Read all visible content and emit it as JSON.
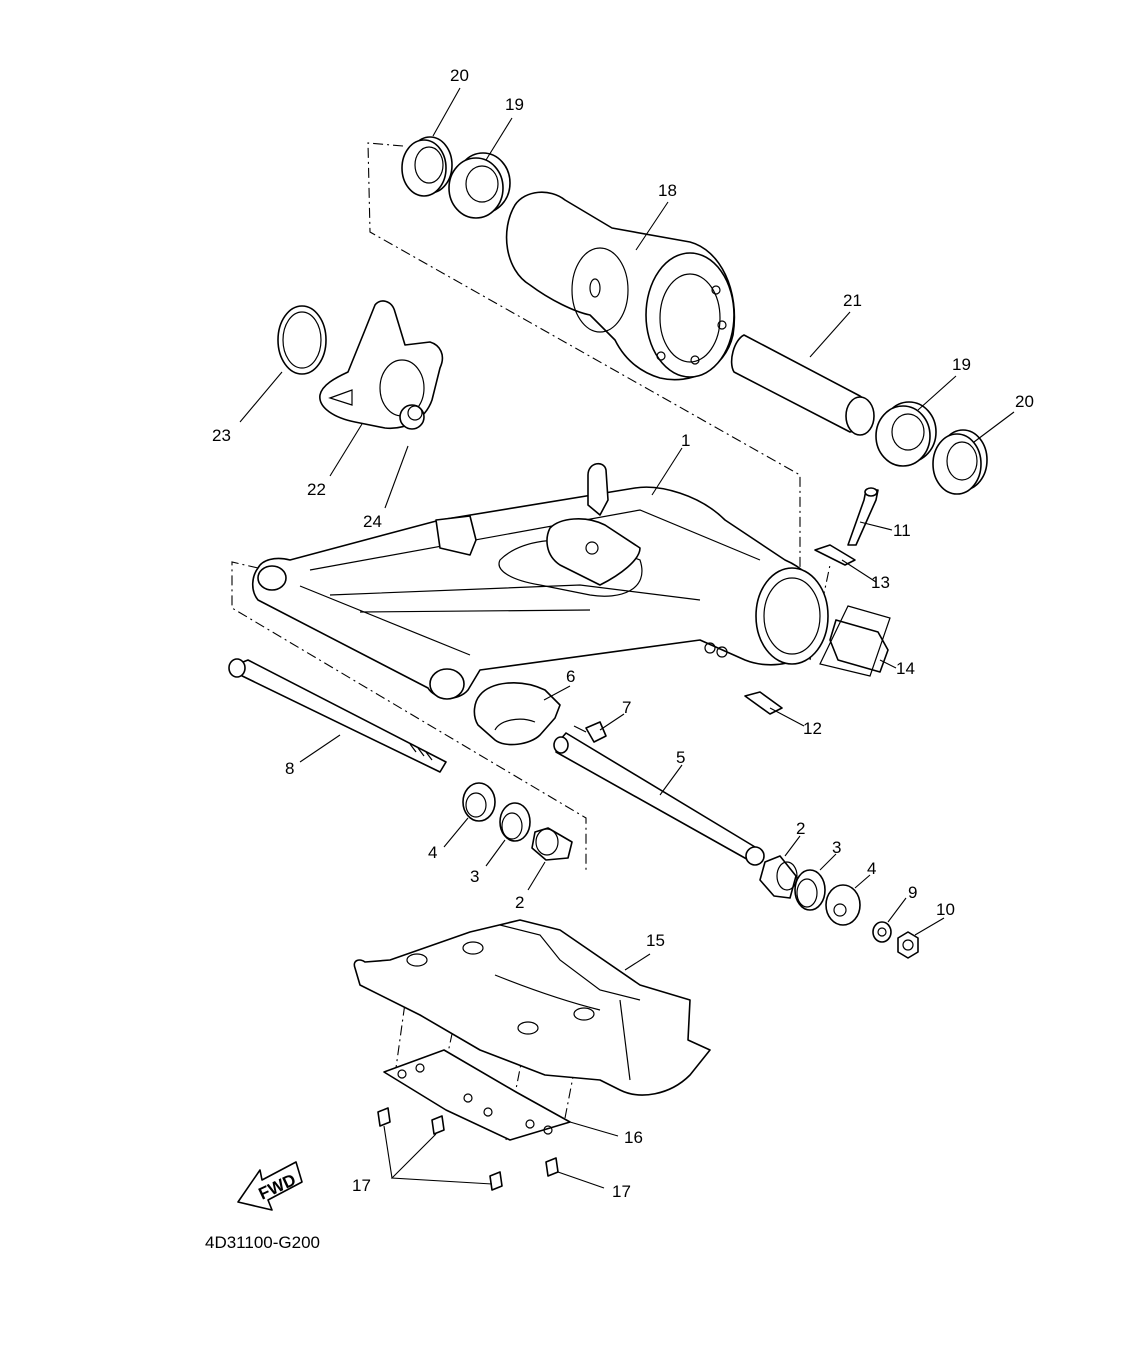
{
  "diagram_code": "4D31100-G200",
  "fwd_label": "FWD",
  "callouts": [
    {
      "id": "c20a",
      "label": "20"
    },
    {
      "id": "c19a",
      "label": "19"
    },
    {
      "id": "c18",
      "label": "18"
    },
    {
      "id": "c21",
      "label": "21"
    },
    {
      "id": "c19b",
      "label": "19"
    },
    {
      "id": "c20b",
      "label": "20"
    },
    {
      "id": "c23",
      "label": "23"
    },
    {
      "id": "c22",
      "label": "22"
    },
    {
      "id": "c24",
      "label": "24"
    },
    {
      "id": "c1",
      "label": "1"
    },
    {
      "id": "c11",
      "label": "11"
    },
    {
      "id": "c13",
      "label": "13"
    },
    {
      "id": "c14",
      "label": "14"
    },
    {
      "id": "c12",
      "label": "12"
    },
    {
      "id": "c6",
      "label": "6"
    },
    {
      "id": "c7",
      "label": "7"
    },
    {
      "id": "c8",
      "label": "8"
    },
    {
      "id": "c5",
      "label": "5"
    },
    {
      "id": "c4a",
      "label": "4"
    },
    {
      "id": "c3a",
      "label": "3"
    },
    {
      "id": "c2a",
      "label": "2"
    },
    {
      "id": "c2b",
      "label": "2"
    },
    {
      "id": "c3b",
      "label": "3"
    },
    {
      "id": "c4b",
      "label": "4"
    },
    {
      "id": "c9",
      "label": "9"
    },
    {
      "id": "c10",
      "label": "10"
    },
    {
      "id": "c15",
      "label": "15"
    },
    {
      "id": "c16",
      "label": "16"
    },
    {
      "id": "c17a",
      "label": "17"
    },
    {
      "id": "c17b",
      "label": "17"
    }
  ]
}
